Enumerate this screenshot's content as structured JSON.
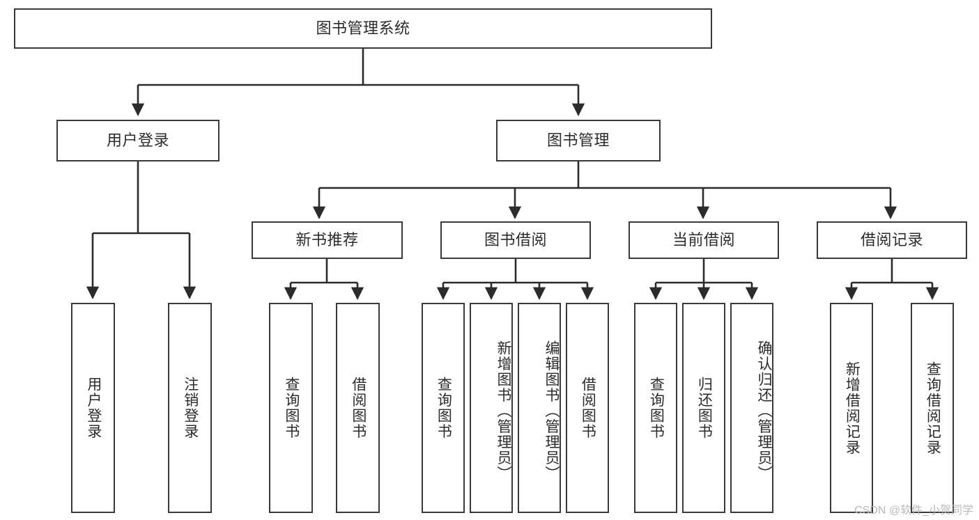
{
  "diagram": {
    "type": "tree-hierarchy",
    "title": "图书管理系统",
    "orientation": "top-down",
    "colors": {
      "stroke": "#3a3a3a",
      "fill": "#ffffff",
      "text": "#2b2b2b",
      "watermark": "#b9b9b9"
    },
    "watermark": "CSDN @软件_小贺同学",
    "root": {
      "label": "图书管理系统"
    },
    "level2": [
      {
        "label": "用户登录"
      },
      {
        "label": "图书管理"
      }
    ],
    "level3": [
      {
        "label": "新书推荐"
      },
      {
        "label": "图书借阅"
      },
      {
        "label": "当前借阅"
      },
      {
        "label": "借阅记录"
      }
    ],
    "leaves": {
      "user_login": [
        {
          "label": "用户登录"
        },
        {
          "label": "注销登录"
        }
      ],
      "new_book_recommend": [
        {
          "label": "查询图书"
        },
        {
          "label": "借阅图书"
        }
      ],
      "book_borrow": [
        {
          "label": "查询图书"
        },
        {
          "label": "新增图书（管理员）"
        },
        {
          "label": "编辑图书（管理员）"
        },
        {
          "label": "借阅图书"
        }
      ],
      "current_borrow": [
        {
          "label": "查询图书"
        },
        {
          "label": "归还图书"
        },
        {
          "label": "确认归还（管理员）"
        }
      ],
      "borrow_record": [
        {
          "label": "新增借阅记录"
        },
        {
          "label": "查询借阅记录"
        }
      ]
    }
  }
}
